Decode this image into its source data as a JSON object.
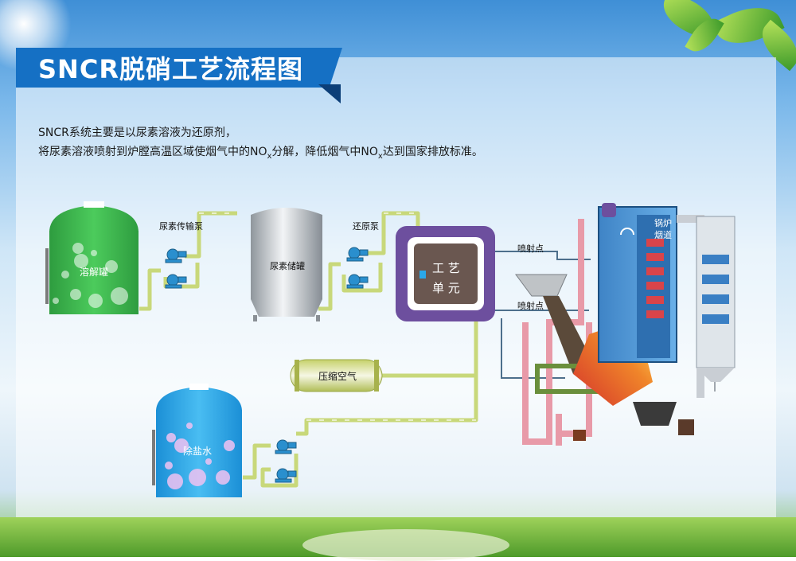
{
  "title": "SNCR脱硝工艺流程图",
  "description": {
    "line1": "SNCR系统主要是以尿素溶液为还原剂，",
    "line2_a": "将尿素溶液喷射到炉膛高温区域使烟气中的NO",
    "line2_sub1": "x",
    "line2_b": "分解，降低烟气中NO",
    "line2_sub2": "x",
    "line2_c": "达到国家排放标准。"
  },
  "labels": {
    "dissolving_tank": "溶解罐",
    "urea_transfer_pump": "尿素传输泵",
    "urea_storage_tank": "尿素储罐",
    "reduction_pump": "还原泵",
    "process_unit_line1": "工 艺",
    "process_unit_line2": "单 元",
    "compressed_air": "压缩空气",
    "desalted_water": "除盐水",
    "injection_point_1": "喷射点",
    "injection_point_2": "喷射点",
    "boiler_flue_line1": "锅炉",
    "boiler_flue_line2": "烟道"
  },
  "colors": {
    "title_banner": "#1570c4",
    "pipe": "#c8d87a",
    "dissolving_tank": "#35b24a",
    "desalted_water_tank": "#2aa7e8",
    "process_unit_frame": "#6d4f9e",
    "boiler_pipe": "#e89aa8",
    "boiler_body": "#4a8fce"
  }
}
